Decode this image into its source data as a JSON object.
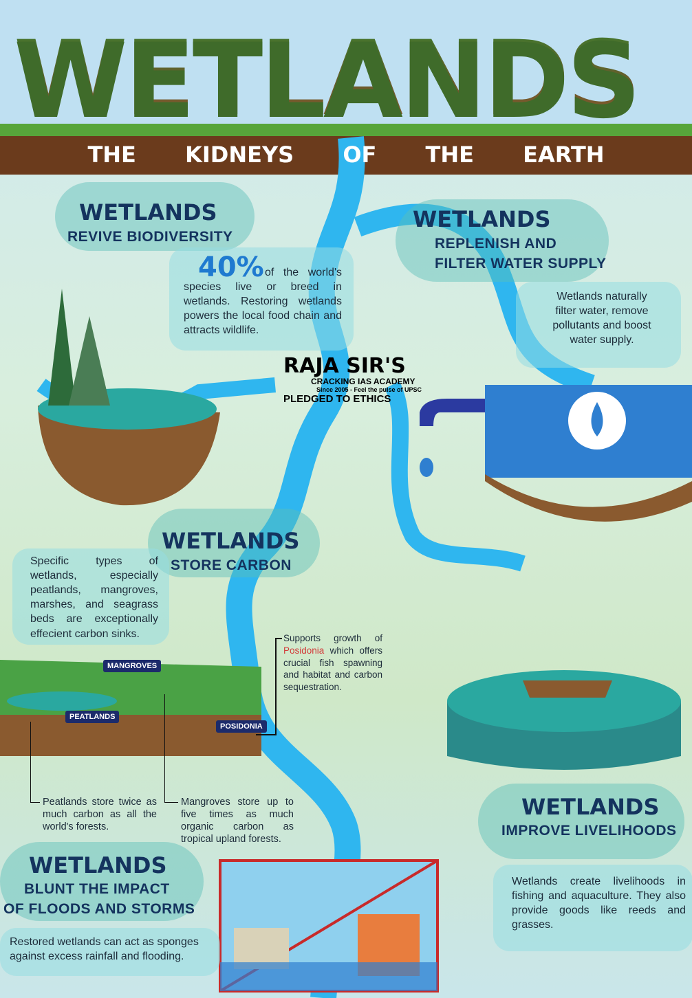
{
  "header": {
    "title": "WETLANDS",
    "subtitle": "THE KIDNEYS OF THE EARTH"
  },
  "logo": {
    "name": "RAJA SIR'S",
    "line2": "CRACKING IAS ACADEMY",
    "line3": "Since 2005 - Feel the pulse of UPSC",
    "tagline": "PLEDGED TO ETHICS"
  },
  "biodiversity": {
    "heading": "WETLANDS",
    "sub": "REVIVE BIODIVERSITY",
    "stat": "40%",
    "text": "of the world's species live or breed in wetlands. Restoring wetlands powers the local food chain and attracts wildlife."
  },
  "water": {
    "heading": "WETLANDS",
    "sub1": "REPLENISH AND",
    "sub2": "FILTER WATER SUPPLY",
    "text": "Wetlands naturally filter water, remove pollutants and boost water supply."
  },
  "carbon": {
    "heading": "WETLANDS",
    "sub": "STORE CARBON",
    "text": "Specific types of wetlands, especially peatlands, mangroves, marshes, and seagrass beds are exceptionally effecient carbon sinks.",
    "labels": {
      "mangroves": "MANGROVES",
      "peatlands": "PEATLANDS",
      "posidonia": "POSIDONIA"
    },
    "posidonia_pre": "Supports growth of ",
    "posidonia_word": "Posidonia",
    "posidonia_post": " which offers crucial fish spawning and habitat and carbon sequestration.",
    "peat_note": "Peatlands store twice as much carbon as all the world's forests.",
    "mangrove_note": "Mangroves store up to five times as much organic carbon as tropical upland forests."
  },
  "livelihoods": {
    "heading": "WETLANDS",
    "sub": "IMPROVE LIVELIHOODS",
    "text": "Wetlands create livelihoods in fishing and aquaculture. They also provide goods like reeds and grasses."
  },
  "floods": {
    "heading": "WETLANDS",
    "sub1": "BLUNT THE IMPACT",
    "sub2": "OF FLOODS AND STORMS",
    "text": "Restored wetlands can act as sponges against excess rainfall and flooding."
  },
  "colors": {
    "heading": "#14335e",
    "river": "#2fb6ef",
    "soil": "#6b3b1c",
    "accent_red": "#d23a3a"
  }
}
